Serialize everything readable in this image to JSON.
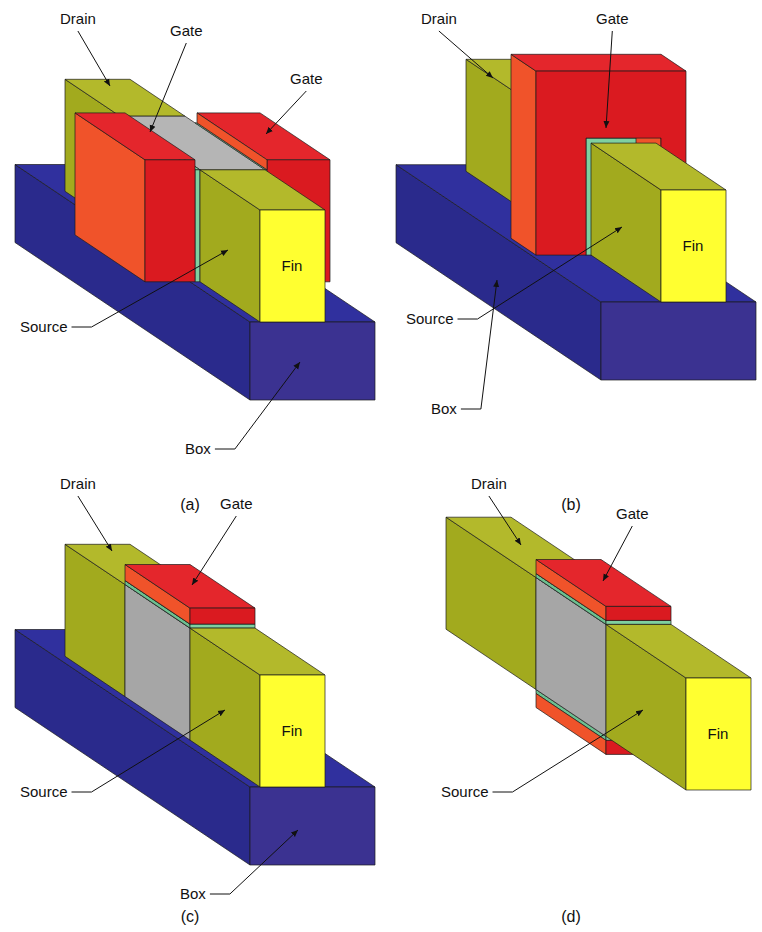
{
  "diagram": {
    "labels": [
      "Drain",
      "Gate",
      "Gate",
      "Source",
      "Fin",
      "Box",
      "(a)",
      "Drain",
      "Gate",
      "Source",
      "Fin",
      "Box",
      "(b)",
      "Drain",
      "Gate",
      "Source",
      "Fin",
      "Box",
      "(c)",
      "Drain",
      "Gate",
      "Source",
      "Fin",
      "(d)"
    ]
  }
}
